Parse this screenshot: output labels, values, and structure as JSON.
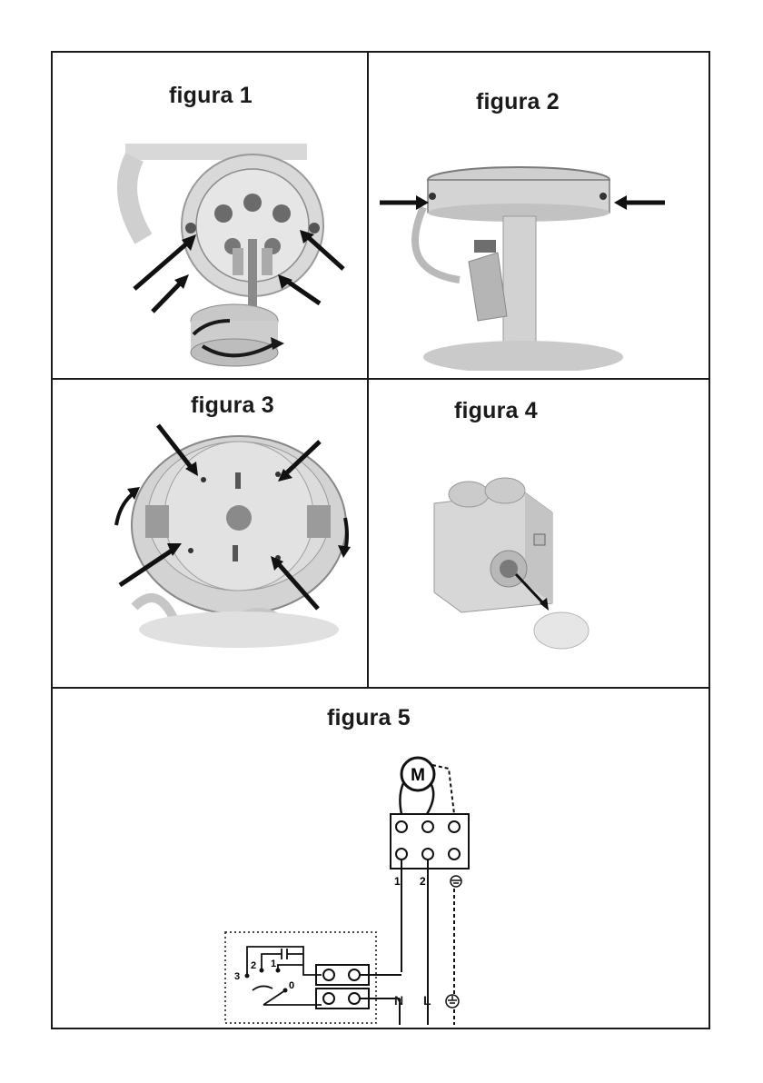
{
  "figures": {
    "fig1": {
      "title": "figura 1"
    },
    "fig2": {
      "title": "figura 2"
    },
    "fig3": {
      "title": "figura 3"
    },
    "fig4": {
      "title": "figura 4"
    },
    "fig5": {
      "title": "figura 5"
    }
  },
  "wiring": {
    "terminal_labels": {
      "t1": "1",
      "t2": "2"
    },
    "switch_labels": {
      "s3": "3",
      "s2": "2",
      "s1": "1",
      "s0": "0"
    },
    "motor_label": "M",
    "supply_labels": {
      "neutral": "N",
      "live": "L"
    }
  }
}
